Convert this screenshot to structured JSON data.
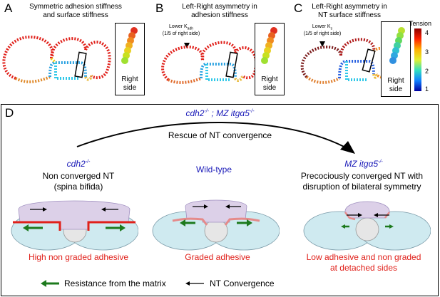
{
  "panels": {
    "A": {
      "letter": "A",
      "title_l1": "Symmetric adhesion stiffness",
      "title_l2": "and surface stiffness",
      "inset_l1": "Right",
      "inset_l2": "side"
    },
    "B": {
      "letter": "B",
      "title_l1": "Left-Right asymmetry in",
      "title_l2": "adhesion stiffness",
      "note_l1": "Lower K",
      "note_sub": "adh",
      "note_l2": "(1/5 of right side)",
      "inset_l1": "Right",
      "inset_l2": "side"
    },
    "C": {
      "letter": "C",
      "title_l1": "Left-Right asymmetry in",
      "title_l2": "NT surface stiffness",
      "note_l1": "Lower K",
      "note_sub": "s",
      "note_l2": "(1/5 of right side)",
      "inset_l1": "Right",
      "inset_l2": "side"
    }
  },
  "colorbar": {
    "title": "Tension",
    "ticks": [
      "4",
      "3",
      "2",
      "1"
    ]
  },
  "panelD": {
    "letter": "D",
    "top_genotype": "cdh2",
    "top_genotype_sup": "-/-",
    "top_sep": " ; ",
    "top_genotype2": "MZ itgα5",
    "top_genotype2_sup": "-/-",
    "rescue_label": "Rescue of NT convergence",
    "left": {
      "genotype": "cdh2",
      "sup": "-/-",
      "desc_l1": "Non converged NT",
      "desc_l2": "(spina bifida)",
      "caption": "High non graded adhesive"
    },
    "middle": {
      "genotype": "Wild-type",
      "caption": "Graded adhesive"
    },
    "right": {
      "genotype": "MZ itgα5",
      "sup": "-/-",
      "desc_l1": "Precociously converged NT with",
      "desc_l2": "disruption of bilateral symmetry",
      "caption_l1": "Low adhesive and non graded",
      "caption_l2": "at detached sides"
    },
    "legend": {
      "green": "Resistance from the matrix",
      "black": "NT Convergence"
    }
  },
  "colors": {
    "red": "#e0201a",
    "blue": "#1a1ab8",
    "green": "#1d7a1d",
    "lilac": "#dcd0e8",
    "cyan": "#cfeaf0"
  }
}
